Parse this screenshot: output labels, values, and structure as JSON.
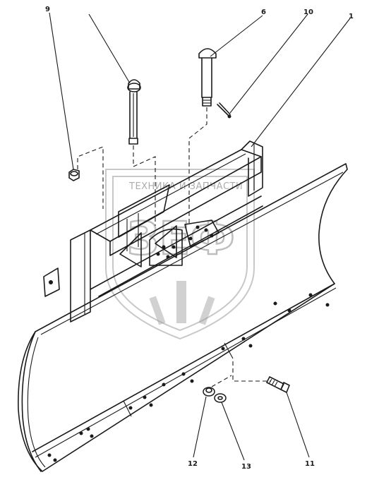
{
  "drawing": {
    "callouts": [
      {
        "id": "c9",
        "label": "9"
      },
      {
        "id": "c6",
        "label": "6"
      },
      {
        "id": "c10",
        "label": "10"
      },
      {
        "id": "c1",
        "label": "1"
      },
      {
        "id": "c12",
        "label": "12"
      },
      {
        "id": "c13",
        "label": "13"
      },
      {
        "id": "c11",
        "label": "11"
      }
    ]
  },
  "watermark": {
    "text": "ТЕХНИКА И ЗАПЧАСТИ",
    "logo_letters": "ЗЕФ"
  }
}
